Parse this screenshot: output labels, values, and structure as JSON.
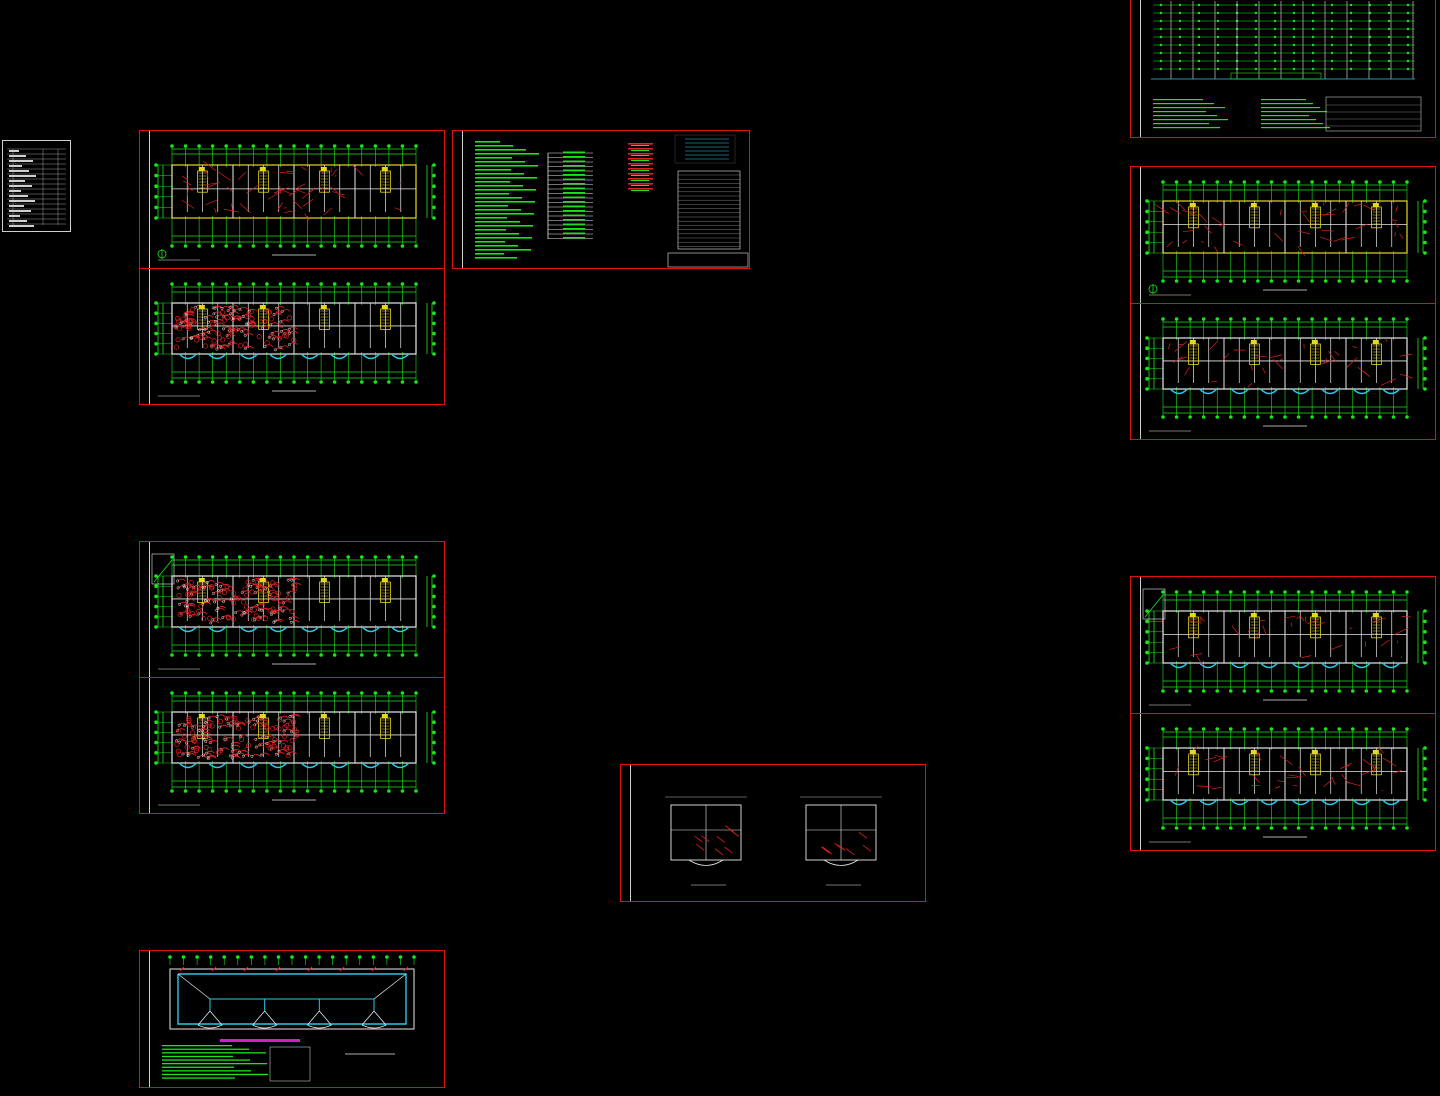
{
  "app": {
    "viewport": "CAD model space",
    "background": "#000000"
  },
  "colors": {
    "frame": "#e01010",
    "grid": "#19e619",
    "wall": "#e8e8e8",
    "wire": "#e02020",
    "device": "#e6d81a",
    "arc": "#28c8e6",
    "magenta": "#d21ec8"
  },
  "sheets": [
    {
      "id": "drawing-index",
      "kind": "index-table"
    },
    {
      "id": "first-floor-plan",
      "kind": "plan-wiring"
    },
    {
      "id": "design-notes-legend",
      "kind": "notes"
    },
    {
      "id": "standard-floor-lighting-plan",
      "kind": "plan-dense"
    },
    {
      "id": "standard-floor-socket-plan",
      "kind": "plan-dense"
    },
    {
      "id": "top-floor-plan",
      "kind": "plan-dense"
    },
    {
      "id": "roof-lightning-protection-plan",
      "kind": "roof"
    },
    {
      "id": "unit-detail-plans",
      "kind": "detail"
    },
    {
      "id": "riser-system-diagram",
      "kind": "riser"
    },
    {
      "id": "first-floor-plan-b",
      "kind": "plan-wiring"
    },
    {
      "id": "standard-floor-plan-b",
      "kind": "plan-light"
    },
    {
      "id": "floor-plan-b-upper",
      "kind": "plan-light"
    },
    {
      "id": "floor-plan-b-top",
      "kind": "plan-light"
    }
  ]
}
